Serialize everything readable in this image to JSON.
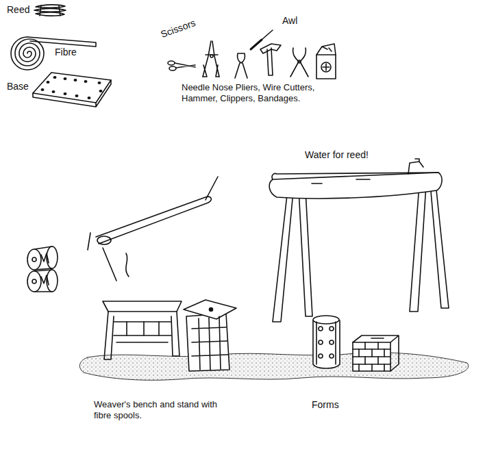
{
  "diagram": {
    "labels": [
      "Reed",
      "Fibre",
      "Base",
      "Scissors",
      "Awl",
      "Needle Nose Pliers, Wire Cutters, Hammer, Clippers, Bandages.",
      "Water for reed!",
      "Weaver's bench and stand with fibre spools.",
      "Forms"
    ]
  }
}
